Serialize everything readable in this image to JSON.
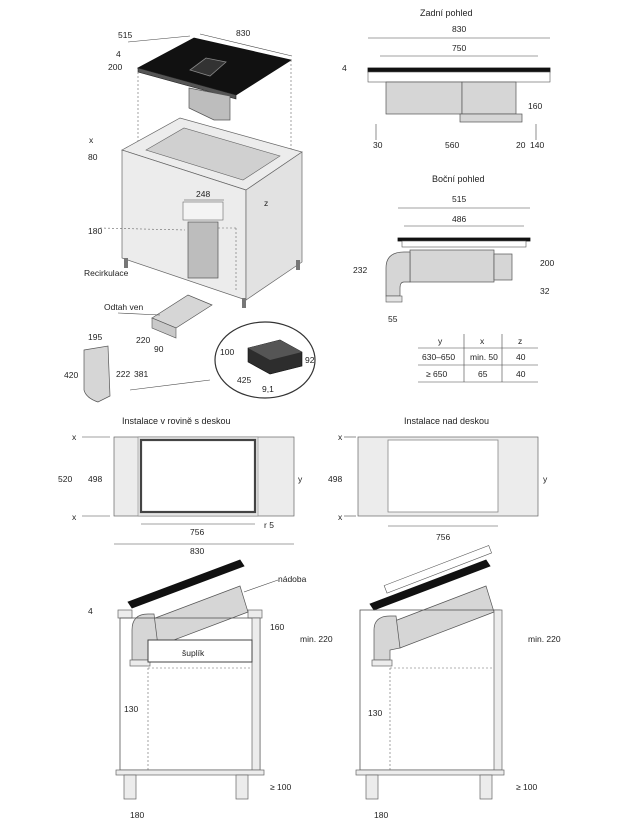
{
  "views": {
    "rear_title": "Zadní pohled",
    "side_title": "Boční pohled",
    "flush_title": "Instalace v rovině s deskou",
    "top_title": "Instalace nad deskou"
  },
  "iso": {
    "dim_515": "515",
    "dim_830": "830",
    "dim_4": "4",
    "dim_200": "200",
    "axis_x": "x",
    "dim_80": "80",
    "axis_z": "z",
    "dim_248": "248",
    "dim_180": "180",
    "recirc": "Recirkulace",
    "odtah": "Odtah ven",
    "dim_195": "195",
    "dim_220": "220",
    "dim_90": "90",
    "dim_420": "420",
    "dim_222": "222",
    "dim_381": "381",
    "box_100": "100",
    "box_92": "92",
    "box_425": "425",
    "box_9_1": "9,1"
  },
  "rear": {
    "d830": "830",
    "d750": "750",
    "d4": "4",
    "d160": "160",
    "d30": "30",
    "d560": "560",
    "d20": "20",
    "d140": "140"
  },
  "side": {
    "d515": "515",
    "d486": "486",
    "d232": "232",
    "d200": "200",
    "d32": "32",
    "d55": "55"
  },
  "table": {
    "headers": [
      "y",
      "x",
      "z"
    ],
    "rows": [
      [
        "630–650",
        "min. 50",
        "40"
      ],
      [
        "≥ 650",
        "65",
        "40"
      ]
    ]
  },
  "flush": {
    "x1": "x",
    "x2": "x",
    "d520": "520",
    "d498": "498",
    "y": "y",
    "d756": "756",
    "d830": "830",
    "r5": "r 5"
  },
  "over": {
    "x1": "x",
    "x2": "x",
    "d498": "498",
    "y": "y",
    "d756": "756"
  },
  "sec_left": {
    "d4": "4",
    "nadoba": "nádoba",
    "d160": "160",
    "min220": "min. 220",
    "suplik": "šuplík",
    "d130": "130",
    "ge100": "≥ 100",
    "d180": "180"
  },
  "sec_right": {
    "min220": "min. 220",
    "d130": "130",
    "ge100": "≥ 100",
    "d180": "180"
  }
}
